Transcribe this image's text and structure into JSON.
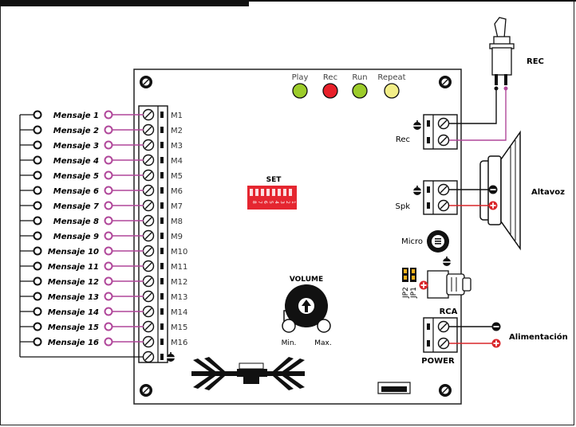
{
  "messages": [
    "Mensaje 1",
    "Mensaje 2",
    "Mensaje 3",
    "Mensaje 4",
    "Mensaje 5",
    "Mensaje 6",
    "Mensaje 7",
    "Mensaje 8",
    "Mensaje 9",
    "Mensaje 10",
    "Mensaje 11",
    "Mensaje 12",
    "Mensaje 13",
    "Mensaje 14",
    "Mensaje 15",
    "Mensaje 16"
  ],
  "terminals": [
    "M1",
    "M2",
    "M3",
    "M4",
    "M5",
    "M6",
    "M7",
    "M8",
    "M9",
    "M10",
    "M11",
    "M12",
    "M13",
    "M14",
    "M15",
    "M16"
  ],
  "leds": [
    {
      "label": "Play",
      "color": "#9ccc2a"
    },
    {
      "label": "Rec",
      "color": "#e8202a"
    },
    {
      "label": "Run",
      "color": "#9ccc2a"
    },
    {
      "label": "Repeat",
      "color": "#f2ee88"
    }
  ],
  "set_label": "SET",
  "dip_numbers": [
    "8",
    "7",
    "6",
    "5",
    "4",
    "3",
    "2",
    "1"
  ],
  "volume": {
    "title": "VOLUME",
    "min": "Min.",
    "max": "Max."
  },
  "rec_terminal_label": "Rec",
  "spk_terminal_label": "Spk",
  "micro_label": "Micro",
  "jp2_label": "JP2",
  "jp1_label": "JP1",
  "rca_label": "RCA",
  "power_label": "POWER",
  "switch_label": "REC",
  "speaker_label": "Altavoz",
  "supply_label": "Alimentación",
  "colors": {
    "wire_purple": "#b0479a",
    "wire_red": "#d9262a",
    "board_border": "#222"
  }
}
